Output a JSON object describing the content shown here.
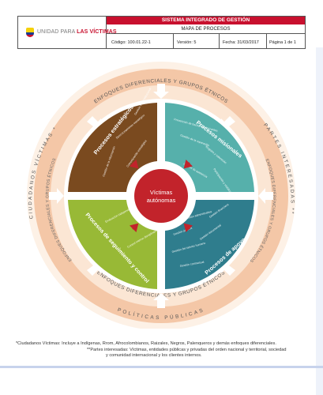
{
  "header": {
    "logo_prefix": "UNIDAD PARA",
    "logo_brand": "LAS VÍCTIMAS",
    "system_title": "SISTEMA INTEGRADO DE GESTIÓN",
    "document_title": "MAPA DE PROCESOS",
    "code": "Código: 100.01.22-1",
    "version": "Versión: 5",
    "date": "Fecha: 31/03/2017",
    "page": "Página 1 de 1"
  },
  "diagram": {
    "outer_ring": {
      "top": "ENFOQUES DIFERENCIALES Y GRUPOS ÉTNICOS",
      "bottom": "ENFOQUES DIFERENCIALES Y GRUPOS ÉTNICOS",
      "left_upper": "CIUDADANOS VÍCTIMAS *",
      "left_lower": "ENFOQUES DIFERENCIALES Y GRUPOS ÉTNICOS",
      "right_upper": "PARTES INTERESADAS **",
      "right_lower": "ENFOQUES DIFERENCIALES Y GRUPOS ÉTNICOS",
      "bottom_outer": "POLÍTICAS PÚBLICAS"
    },
    "center_line1": "Víctimas",
    "center_line2": "autónomas",
    "quadrants": {
      "strategic": {
        "title": "Procesos estratégicos",
        "items": [
          "Gestión interinstitucional",
          "Direccionamiento estratégico",
          "Comunicación estratégica",
          "Gestión de la información"
        ]
      },
      "missional": {
        "title": "Procesos misionales",
        "items": [
          "Prevención de hechos victimizantes",
          "Gestión de la reparación",
          "Registro y valoración",
          "Participación y visibilización",
          "Gestión de asistencia"
        ]
      },
      "evaluation": {
        "title": "Procesos de seguimiento y control",
        "items": [
          "Evaluación independiente",
          "Control interno disciplinario"
        ]
      },
      "support": {
        "title": "Procesos de apoyo",
        "items": [
          "Gestión administrativa",
          "Gestión jurídica",
          "Gestión financiera",
          "Gestión documental",
          "Gestión del talento humano",
          "Gestión contractual"
        ]
      }
    },
    "colors": {
      "strategic": "#7a4a1f",
      "missional": "#56b0ab",
      "evaluation": "#98b936",
      "support": "#2f7d8d",
      "center": "#c2232b",
      "ring": "#f2c4a3",
      "ring_inner": "#fbe8d8"
    }
  },
  "footnote": {
    "line1": "*Ciudadanos Víctimas: Incluye a Indígenas, Rrom, Afrocolombianos, Raizales, Negros, Palenqueros y demás enfoques diferenciales.",
    "line2": "**Partes interesadas: Víctimas, entidades públicas y privadas del orden nacional y territorial, sociedad",
    "line3": "y comunidad internacional y los clientes internos."
  }
}
